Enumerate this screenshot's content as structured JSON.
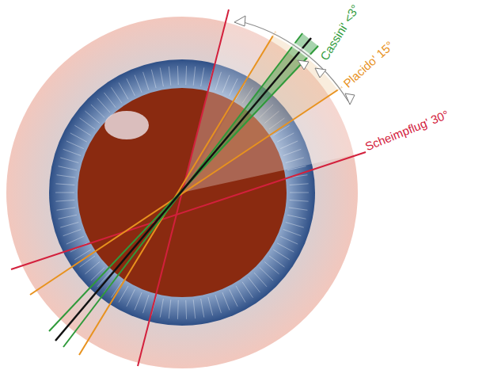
{
  "diagram": {
    "labels": [
      "Cassini' <3°",
      "Placido' 15°",
      "Scheimpflug' 30°"
    ]
  }
}
